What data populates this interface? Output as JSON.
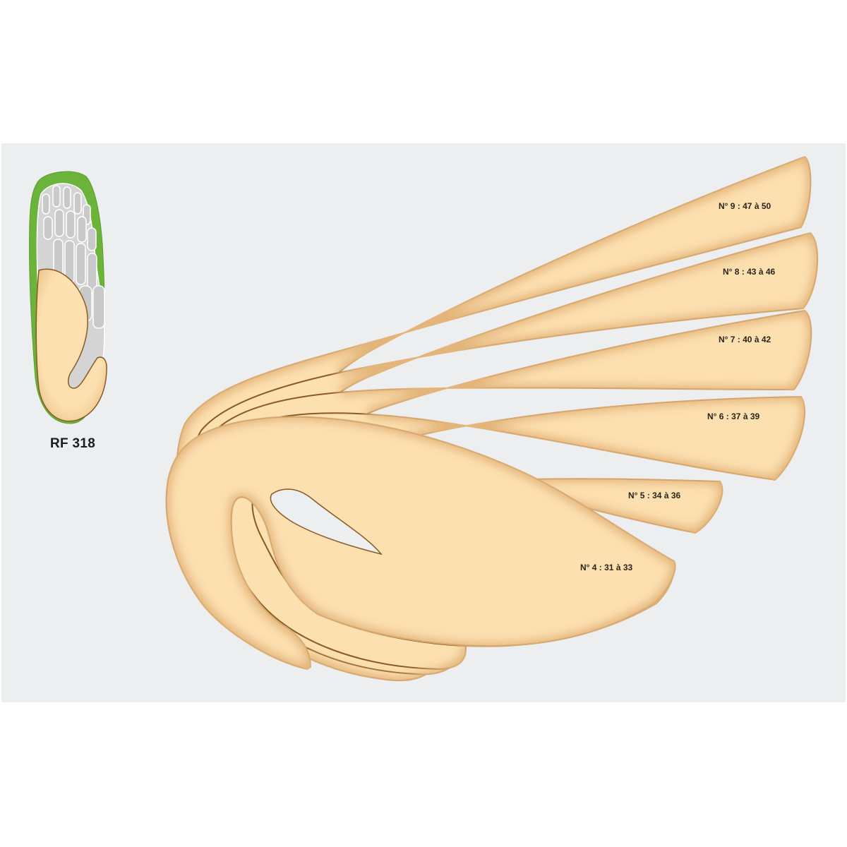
{
  "product": {
    "model_label": "RF 318",
    "colors": {
      "background_panel": "#eceef0",
      "pad_fill": "#fde0b0",
      "pad_outline": "#8a5a22",
      "forefoot_highlight": "#6bb33b",
      "bones": "#d4d4d4"
    }
  },
  "sizes": [
    {
      "label": "N° 9 : 47 à 50"
    },
    {
      "label": "N° 8 : 43 à 46"
    },
    {
      "label": "N° 7 : 40 à 42"
    },
    {
      "label": "N° 6 : 37 à 39"
    },
    {
      "label": "N° 5 : 34 à 36"
    },
    {
      "label": "N° 4 : 31 à 33"
    }
  ]
}
